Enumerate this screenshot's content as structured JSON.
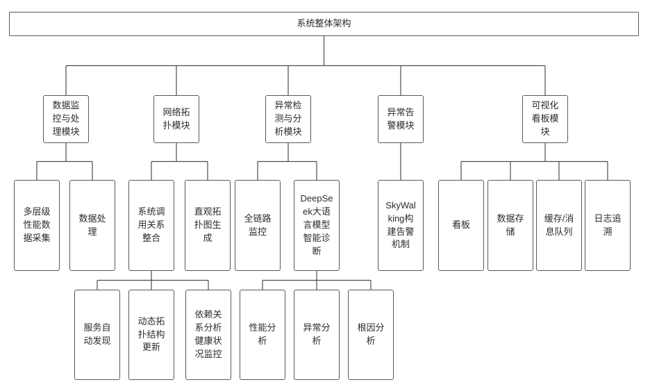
{
  "diagram_title": "系统整体架构",
  "colors": {
    "background": "#ffffff",
    "node_fill": "#ffffff",
    "node_border": "#595959",
    "connector_line": "#4d4d4d",
    "text": "#2b2b2b"
  },
  "nodes": [
    {
      "id": "root",
      "label": "系统整体架构",
      "parent": null
    },
    {
      "id": "m1",
      "label": "数据监控与处理模块",
      "parent": "root"
    },
    {
      "id": "m2",
      "label": "网络拓扑模块",
      "parent": "root"
    },
    {
      "id": "m3",
      "label": "异常检测与分析模块",
      "parent": "root"
    },
    {
      "id": "m4",
      "label": "异常告警模块",
      "parent": "root"
    },
    {
      "id": "m5",
      "label": "可视化看板模块",
      "parent": "root"
    },
    {
      "id": "m1c1",
      "label": "多层级性能数据采集",
      "parent": "m1"
    },
    {
      "id": "m1c2",
      "label": "数据处理",
      "parent": "m1"
    },
    {
      "id": "m2c1",
      "label": "系统调用关系整合",
      "parent": "m2"
    },
    {
      "id": "m2c2",
      "label": "直观拓扑图生成",
      "parent": "m2"
    },
    {
      "id": "m3c1",
      "label": "全链路监控",
      "parent": "m3"
    },
    {
      "id": "m3c2",
      "label": "DeepSeek大语言模型智能诊断",
      "parent": "m3"
    },
    {
      "id": "m4c1",
      "label": "SkyWalking构建告警机制",
      "parent": "m4"
    },
    {
      "id": "m5c1",
      "label": "看板",
      "parent": "m5"
    },
    {
      "id": "m5c2",
      "label": "数据存储",
      "parent": "m5"
    },
    {
      "id": "m5c3",
      "label": "缓存/消息队列",
      "parent": "m5"
    },
    {
      "id": "m5c4",
      "label": "日志追溯",
      "parent": "m5"
    },
    {
      "id": "m2c1a",
      "label": "服务自动发现",
      "parent": "m2c1"
    },
    {
      "id": "m2c1b",
      "label": "动态拓扑结构更新",
      "parent": "m2c1"
    },
    {
      "id": "m2c1c",
      "label": "依赖关系分析健康状况监控",
      "parent": "m2c1"
    },
    {
      "id": "m3c2a",
      "label": "性能分析",
      "parent": "m3c2"
    },
    {
      "id": "m3c2b",
      "label": "异常分析",
      "parent": "m3c2"
    },
    {
      "id": "m3c2c",
      "label": "根因分析",
      "parent": "m3c2"
    }
  ]
}
